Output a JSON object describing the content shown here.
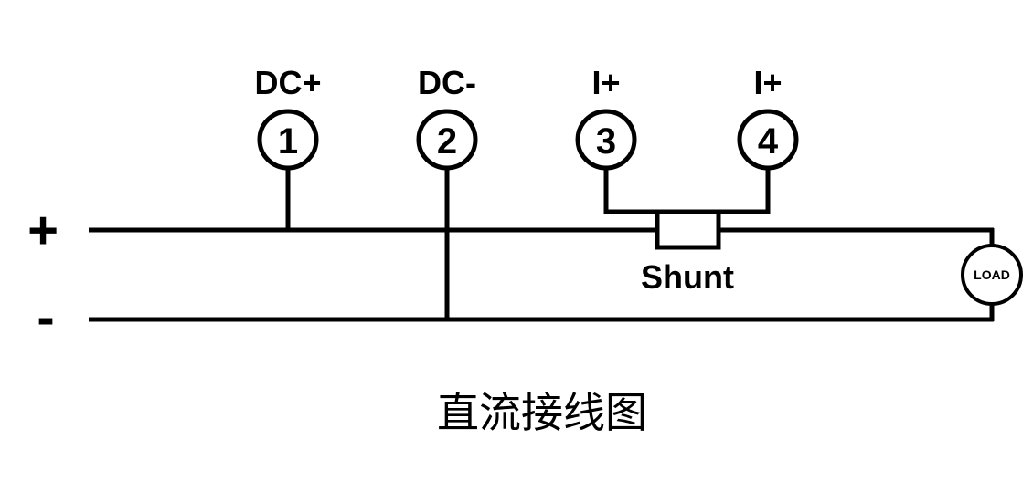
{
  "terminals": [
    {
      "label": "DC+",
      "number": "1"
    },
    {
      "label": "DC-",
      "number": "2"
    },
    {
      "label": "I+",
      "number": "3"
    },
    {
      "label": "I+",
      "number": "4"
    }
  ],
  "rails": {
    "positive": "+",
    "negative": "-"
  },
  "shunt_label": "Shunt",
  "load_label": "LOAD",
  "caption": "直流接线图"
}
